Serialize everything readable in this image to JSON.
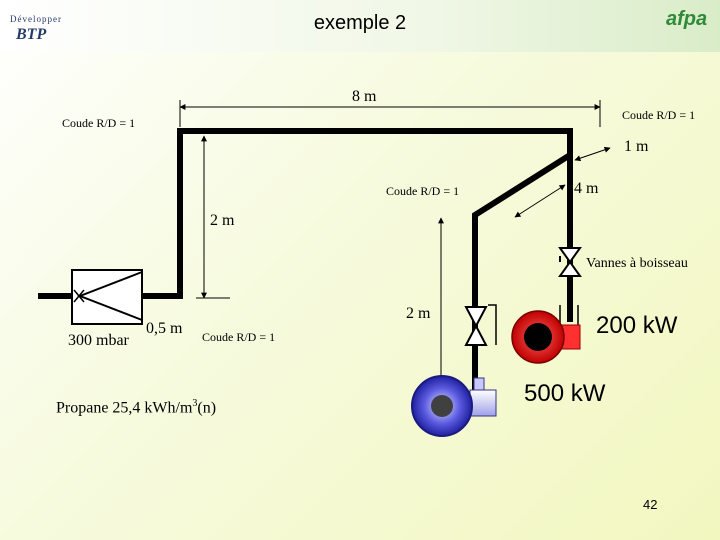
{
  "header": {
    "title": "exemple 2",
    "logo_left_top": "Développer",
    "logo_left_bottom": "BTP",
    "logo_right": "afpa"
  },
  "diagram": {
    "dim_8m": "8 m",
    "dim_1m": "1 m",
    "dim_4m": "4 m",
    "dim_2m_vertical": "2 m",
    "dim_2m_lower": "2 m",
    "dim_05m": "0,5 m",
    "coude_top_left": "Coude R/D = 1",
    "coude_top_right": "Coude R/D = 1",
    "coude_middle": "Coude R/D = 1",
    "coude_bottom": "Coude R/D = 1",
    "vannes": "Vannes à boisseau",
    "pressure": "300 mbar",
    "gas_prefix": "Propane 25,4 kWh/m",
    "gas_sup": "3",
    "gas_suffix": "(n)",
    "power_200": "200 kW",
    "power_500": "500 kW"
  },
  "footer": {
    "page_number": "42"
  },
  "colors": {
    "pipe": "#000000",
    "burner_red": "#e00000",
    "burner_blue": "#3333cc",
    "burner_body": "#c8c8ff"
  }
}
